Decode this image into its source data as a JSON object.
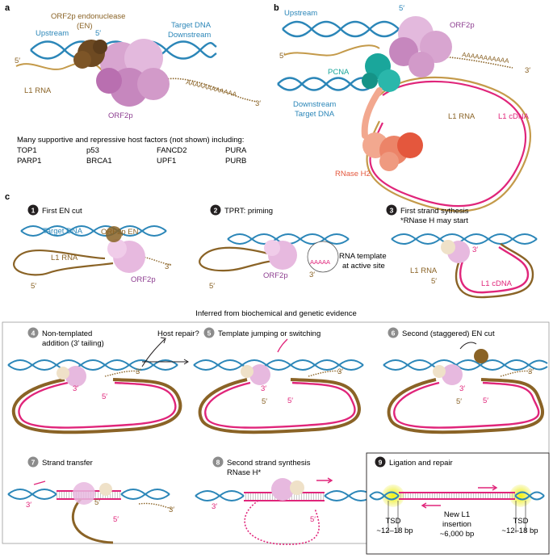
{
  "panel_a": {
    "letter": "a",
    "label_endonuclease": "ORF2p endonuclease",
    "label_en": "(EN)",
    "label_upstream": "Upstream",
    "label_5prime_top": "5′",
    "label_target_dna": "Target DNA",
    "label_downstream": "Downstream",
    "label_5prime_left": "5′",
    "label_l1_rna": "L1 RNA",
    "label_orf2p": "ORF2p",
    "label_polya": "AAAAAAAAAAAA",
    "label_3prime": "3′",
    "host_factors_title": "Many supportive and repressive host factors (not shown) including:",
    "host_factors": [
      [
        "TOP1",
        "p53",
        "FANCD2",
        "PURA"
      ],
      [
        "PARP1",
        "BRCA1",
        "UPF1",
        "PURB"
      ]
    ]
  },
  "panel_b": {
    "letter": "b",
    "label_upstream": "Upstream",
    "label_5prime_top": "5′",
    "label_orf2p": "ORF2p",
    "label_5prime_left": "5′",
    "label_pcna": "PCNA",
    "label_polya": "AAAAAAAAAAA",
    "label_3prime": "3′",
    "label_downstream": "Downstream",
    "label_target_dna": "Target DNA",
    "label_l1_rna": "L1 RNA",
    "label_l1_cdna": "L1 cDNA",
    "label_rnase_h2": "RNase H2"
  },
  "panel_c": {
    "letter": "c",
    "steps_top": [
      {
        "num": "1",
        "title": "First EN cut"
      },
      {
        "num": "2",
        "title": "TPRT: priming"
      },
      {
        "num": "3",
        "title": "First strand sythesis",
        "subtitle": "*RNase H may start"
      }
    ],
    "step1_labels": {
      "target_dna": "Target DNA",
      "orf2p_en": "ORF2p EN",
      "l1_rna": "L1 RNA",
      "orf2p": "ORF2p",
      "p5": "5′",
      "p3": "3′"
    },
    "step2_labels": {
      "rna_template": "RNA template",
      "at_active_site": "at active site",
      "orf2p": "ORF2p",
      "polya": "AAAAA",
      "p5": "5′",
      "p3": "3′"
    },
    "step3_labels": {
      "l1_rna": "L1 RNA",
      "l1_cdna": "L1 cDNA",
      "p5": "5′",
      "p3": "3′"
    },
    "inferred_caption": "Inferred from biochemical and genetic evidence",
    "steps_bottom": [
      {
        "num": "4",
        "title": "Non-templated",
        "title2": "addition (3′ tailing)"
      },
      {
        "num": "5",
        "title": "Template jumping or switching"
      },
      {
        "num": "6",
        "title": "Second (staggered) EN cut"
      },
      {
        "num": "7",
        "title": "Strand transfer"
      },
      {
        "num": "8",
        "title": "Second strand synthesis",
        "title2": "RNase H*"
      },
      {
        "num": "9",
        "title": "Ligation and repair"
      }
    ],
    "host_repair": "Host repair?",
    "prime3": "3′",
    "prime5": "5′",
    "step9_labels": {
      "tsd_left": "TSD",
      "tsd_left_size": "~12–18 bp",
      "new_l1": "New L1",
      "insertion": "insertion",
      "insertion_size": "~6,000 bp",
      "tsd_right": "TSD",
      "tsd_right_size": "~12–18 bp"
    }
  },
  "colors": {
    "dna_blue": "#2b86b8",
    "rna_brown": "#8a6326",
    "cdna_pink": "#e0257a",
    "orf2p_lilac": "#d8a5d0",
    "pcna_teal": "#1aa69b",
    "rnase_salmon": "#e4573d",
    "tsd_yellow": "#e6e600"
  }
}
